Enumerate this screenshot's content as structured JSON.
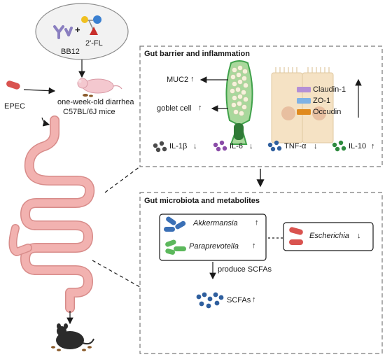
{
  "inputs": {
    "probiotic": "BB12",
    "plus": "+",
    "oligosaccharide": "2'-FL",
    "pathogen": "EPEC"
  },
  "mice": {
    "line1": "one-week-old diarrhea",
    "line2": "C57BL/6J mice"
  },
  "barrier_panel": {
    "title": "Gut barrier and inflammation",
    "muc2": "MUC2",
    "goblet": "goblet cell",
    "claudin": "Claudin-1",
    "zo1": "ZO-1",
    "occludin": "Occudin",
    "cytokines": [
      "IL-1β",
      "IL-6",
      "TNF-α",
      "IL-10"
    ]
  },
  "microbiota_panel": {
    "title": "Gut microbiota and metabolites",
    "akkermansia": "Akkermansia",
    "paraprevotella": "Paraprevotella",
    "escherichia": "Escherichia",
    "produce": "produce SCFAs",
    "scfas": "SCFAs"
  },
  "arrows": {
    "up": "↑",
    "down": "↓"
  },
  "colors": {
    "panel_border": "#7a7a7a",
    "intestine": "#f2b2b0",
    "intestine_outline": "#d88c8a",
    "goblet_green": "#3fa14a",
    "epec_red": "#d9534f",
    "bacteria_blue": "#3a6fb5",
    "bacteria_green": "#5cb85c",
    "claudin_purple": "#b48fd6",
    "zo1_blue": "#7fb2e5",
    "occludin_orange": "#e08a1e",
    "cell_beige": "#f5e2c4"
  }
}
